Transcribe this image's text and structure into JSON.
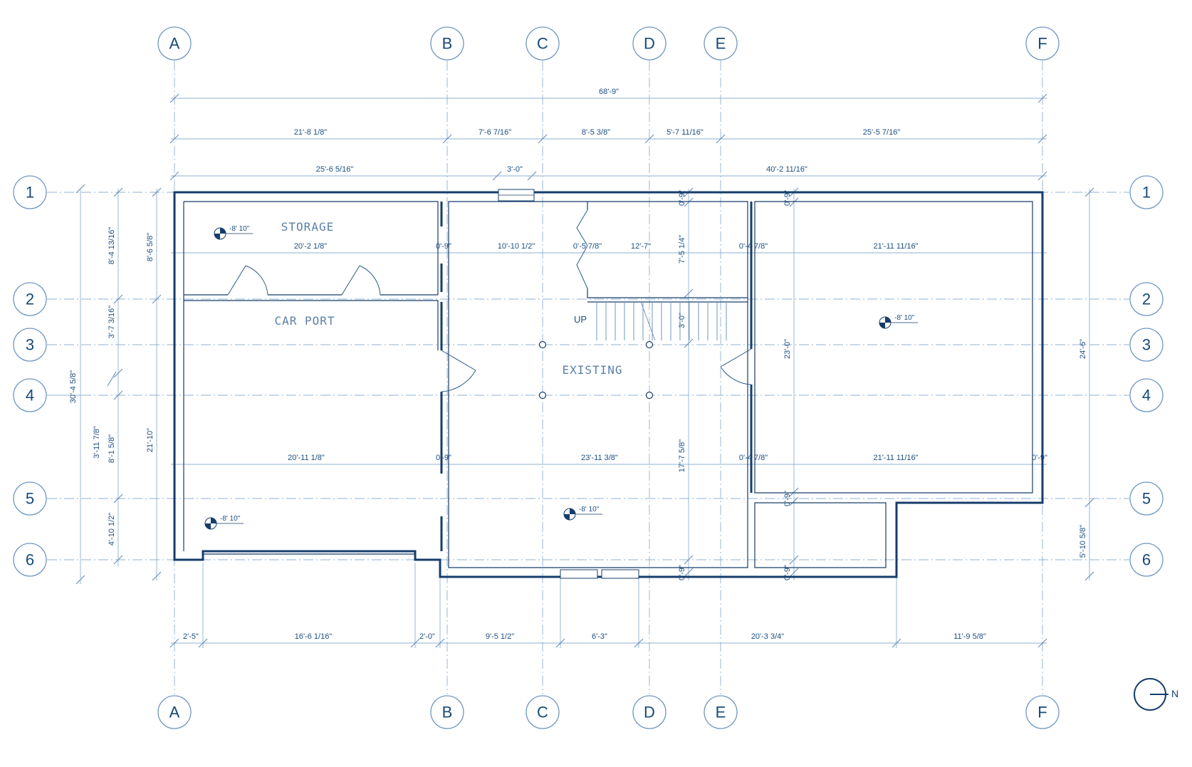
{
  "grid_columns": [
    "A",
    "B",
    "C",
    "D",
    "E",
    "F"
  ],
  "grid_rows": [
    "1",
    "2",
    "3",
    "4",
    "5",
    "6"
  ],
  "rooms": {
    "storage": "STORAGE",
    "car_port": "CAR PORT",
    "existing": "EXISTING"
  },
  "stair_label": "UP",
  "elevation_marker": "-8' 10\"",
  "north_label": "N",
  "dimensions": {
    "top_overall": "68'-9\"",
    "top_row2": [
      "21'-8 1/8\"",
      "7'-6 7/16\"",
      "8'-5 3/8\"",
      "5'-7 11/16\"",
      "25'-5 7/16\""
    ],
    "top_row3": [
      "25'-6 5/16\"",
      "3'-0\"",
      "40'-2 11/16\""
    ],
    "mid_upper": [
      "20'-2 1/8\"",
      "0'-9\"",
      "10'-10 1/2\"",
      "0'-5 7/8\"",
      "12'-7\"",
      "0'-4 7/8\"",
      "21'-11 11/16\""
    ],
    "mid_lower": [
      "20'-11 1/8\"",
      "0'-9\"",
      "23'-11 3/8\"",
      "0'-4 7/8\"",
      "21'-11 11/16\"",
      "0'-9\""
    ],
    "bottom": [
      "2'-5\"",
      "16'-6 1/16\"",
      "2'-0\"",
      "9'-5 1/2\"",
      "6'-3\"",
      "20'-3 3/4\"",
      "11'-9 5/8\""
    ],
    "left_outer": "30'-4 5/8\"",
    "left_mid": [
      "8'-4 13/16\"",
      "3'-7 3/16\"",
      "3'-11 7/8\"",
      "8'-1 5/8\"",
      "4'-10 1/2\""
    ],
    "left_inner": [
      "8'-6 5/8\"",
      "21'-10\""
    ],
    "center_vertical": [
      "0'-9\"",
      "7'-5 1/4\"",
      "3'-0\"",
      "17'-7 5/8\"",
      "0'-9\""
    ],
    "right_vertical": [
      "0'-9\"",
      "23'-0\"",
      "0'-9\"",
      "0'-9\""
    ],
    "right_outer": [
      "24'-6\"",
      "5'-10 5/8\""
    ]
  },
  "colors": {
    "wall": "#163d6b",
    "grid": "#8fb0d2",
    "text": "#1c4f82",
    "bubble_text": "#16497a"
  }
}
